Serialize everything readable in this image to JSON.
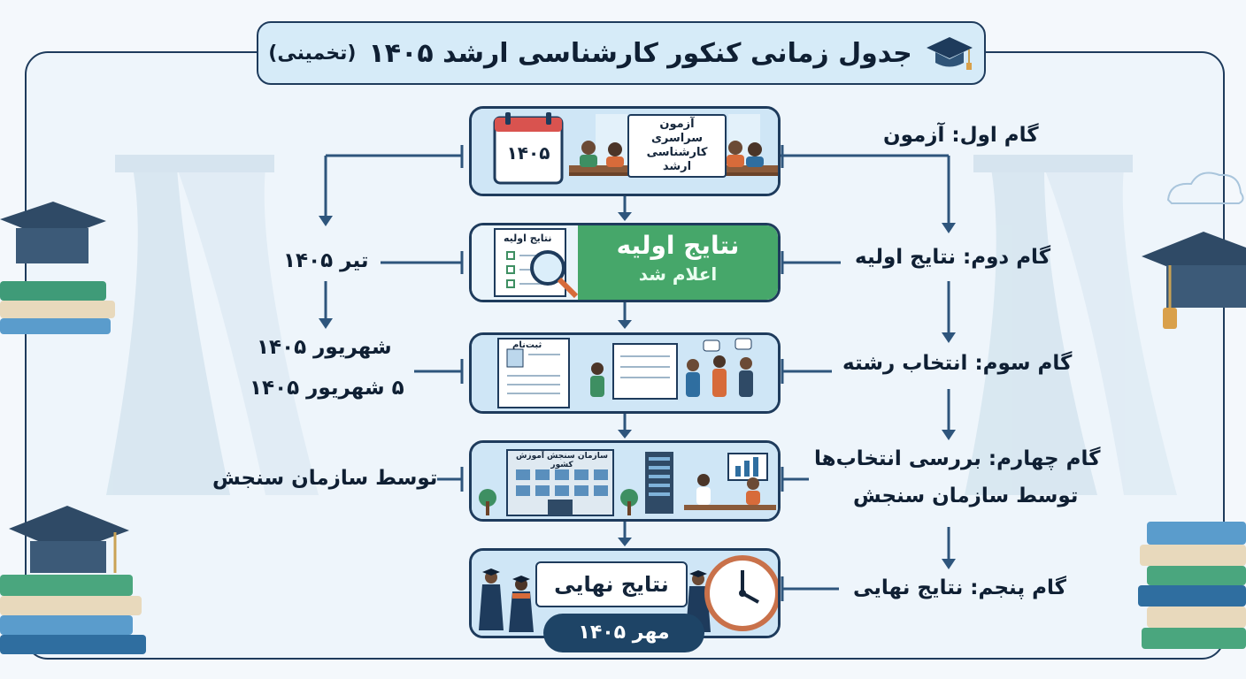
{
  "title": {
    "main": "جدول زمانی کنکور کارشناسی ارشد ۱۴۰۵",
    "note": "(تخمینی)"
  },
  "steps": {
    "s1": "گام اول: آزمون",
    "s2": "گام دوم: نتایج اولیه",
    "s3": "گام سوم: انتخاب رشته",
    "s4a": "گام چهارم: بررسی انتخاب‌ها",
    "s4b": "توسط سازمان سنجش",
    "s5": "گام پنجم: نتایج نهایی"
  },
  "dates": {
    "d2": "تیر ۱۴۰۵",
    "d3a": "شهریور ۱۴۰۵",
    "d3b": "۵ شهریور ۱۴۰۵",
    "d4": "توسط سازمان سنجش"
  },
  "panels": {
    "p1_year": "۱۴۰۵",
    "p1_sign_a": "آزمون سراسری",
    "p1_sign_b": "کارشناسی ارشد",
    "p2_doc": "نتایج اولیه",
    "p2_big": "نتایج اولیه",
    "p2_small": "اعلام شد",
    "p3_doc": "ثبت‌نام",
    "p4_building": "سازمان سنجش آموزش کشور",
    "p5_card": "نتایج نهایی",
    "p5_date": "مهر ۱۴۰۵"
  },
  "colors": {
    "frame": "#1e3b5c",
    "accent_green": "#46a76a",
    "panel_bg": "#cfe6f6",
    "pill": "#1e4466"
  }
}
